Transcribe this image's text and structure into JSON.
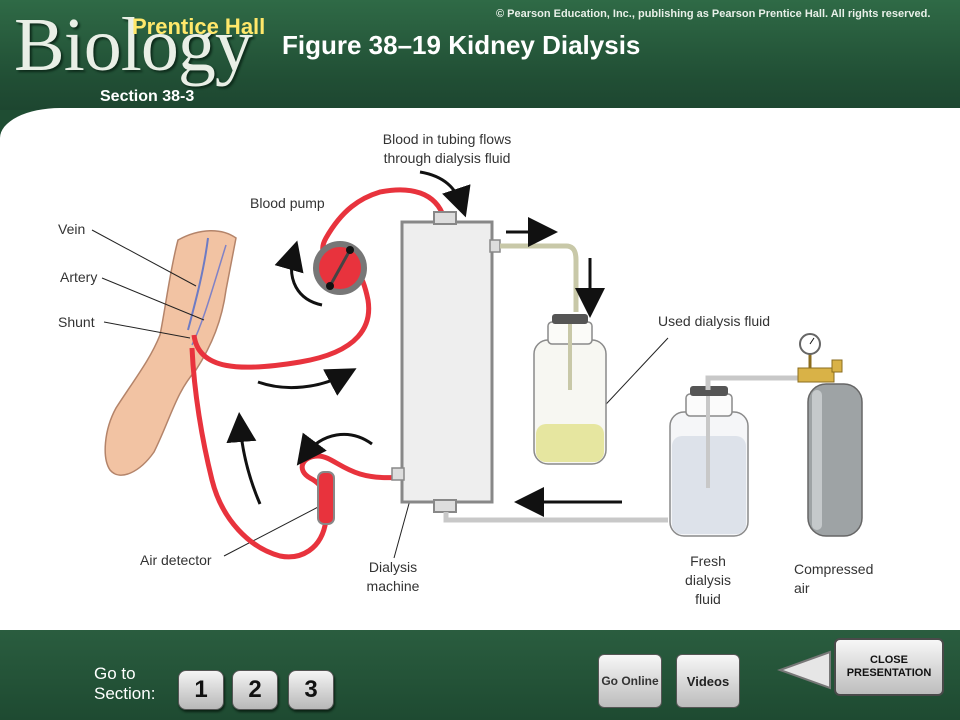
{
  "header": {
    "logo_text": "Biology",
    "publisher": "Prentice Hall",
    "copyright": "© Pearson Education, Inc., publishing as Pearson Prentice Hall. All rights reserved.",
    "title": "Figure 38–19 Kidney Dialysis",
    "section": "Section 38-3"
  },
  "labels": {
    "vein": "Vein",
    "artery": "Artery",
    "shunt": "Shunt",
    "blood_pump": "Blood pump",
    "blood_tubing_1": "Blood in tubing flows",
    "blood_tubing_2": "through dialysis fluid",
    "used_fluid": "Used dialysis fluid",
    "air_detector": "Air detector",
    "dialysis_1": "Dialysis",
    "dialysis_2": "machine",
    "fresh_1": "Fresh",
    "fresh_2": "dialysis",
    "fresh_3": "fluid",
    "air_1": "Compressed",
    "air_2": "air"
  },
  "footer": {
    "goto_1": "Go to",
    "goto_2": "Section:",
    "sections": [
      "1",
      "2",
      "3"
    ],
    "go_online": "Go Online",
    "videos": "Videos",
    "close_1": "CLOSE",
    "close_2": "PRESENTATION"
  },
  "colors": {
    "blood": "#e8333d",
    "green": "#214f35",
    "fluid": "#e6e6a0"
  }
}
